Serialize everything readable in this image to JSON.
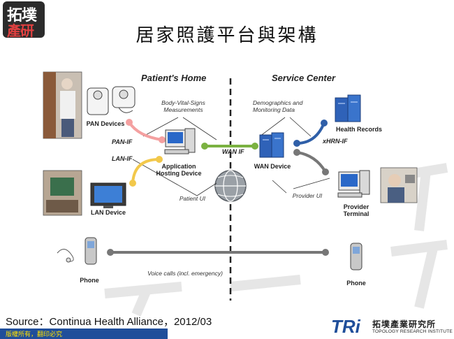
{
  "logo": {
    "line1": "拓墣",
    "line2": "產研"
  },
  "title": "居家照護平台與架構",
  "headings": {
    "home": "Patient's Home",
    "service": "Service Center"
  },
  "labels": {
    "pan_devices": "PAN Devices",
    "pan_if": "PAN-IF",
    "lan_if": "LAN-IF",
    "wan_if": "WAN IF",
    "xhrn_if": "xHRN-IF",
    "app_host_line1": "Application",
    "app_host_line2": "Hosting Device",
    "lan_device": "LAN Device",
    "wan_device": "WAN Device",
    "health_records": "Health Records",
    "provider_line1": "Provider",
    "provider_line2": "Terminal",
    "phone_left": "Phone",
    "phone_right": "Phone"
  },
  "notes": {
    "body_vital_line1": "Body-Vital-Signs",
    "body_vital_line2": "Measurements",
    "demographics_line1": "Demographics and",
    "demographics_line2": "Monitoring Data",
    "patient_ui": "Patient UI",
    "provider_ui": "Provider UI",
    "voice_calls": "Voice calls (incl. emergency)"
  },
  "footer": {
    "source": "Source：Continua Health Alliance，2012/03",
    "copyright": "版權所有，翻印必究",
    "tri": "TRi",
    "tri_cn": "拓墣產業研究所",
    "tri_en": "TOPOLOGY RESEARCH INSTITUTE"
  },
  "colors": {
    "pan": "#f4a0a0",
    "lan": "#f2c84b",
    "wan": "#7bb241",
    "xhrn": "#2f5fa8",
    "provider": "#777777",
    "voice": "#777777",
    "brand": "#1f4e9a"
  }
}
